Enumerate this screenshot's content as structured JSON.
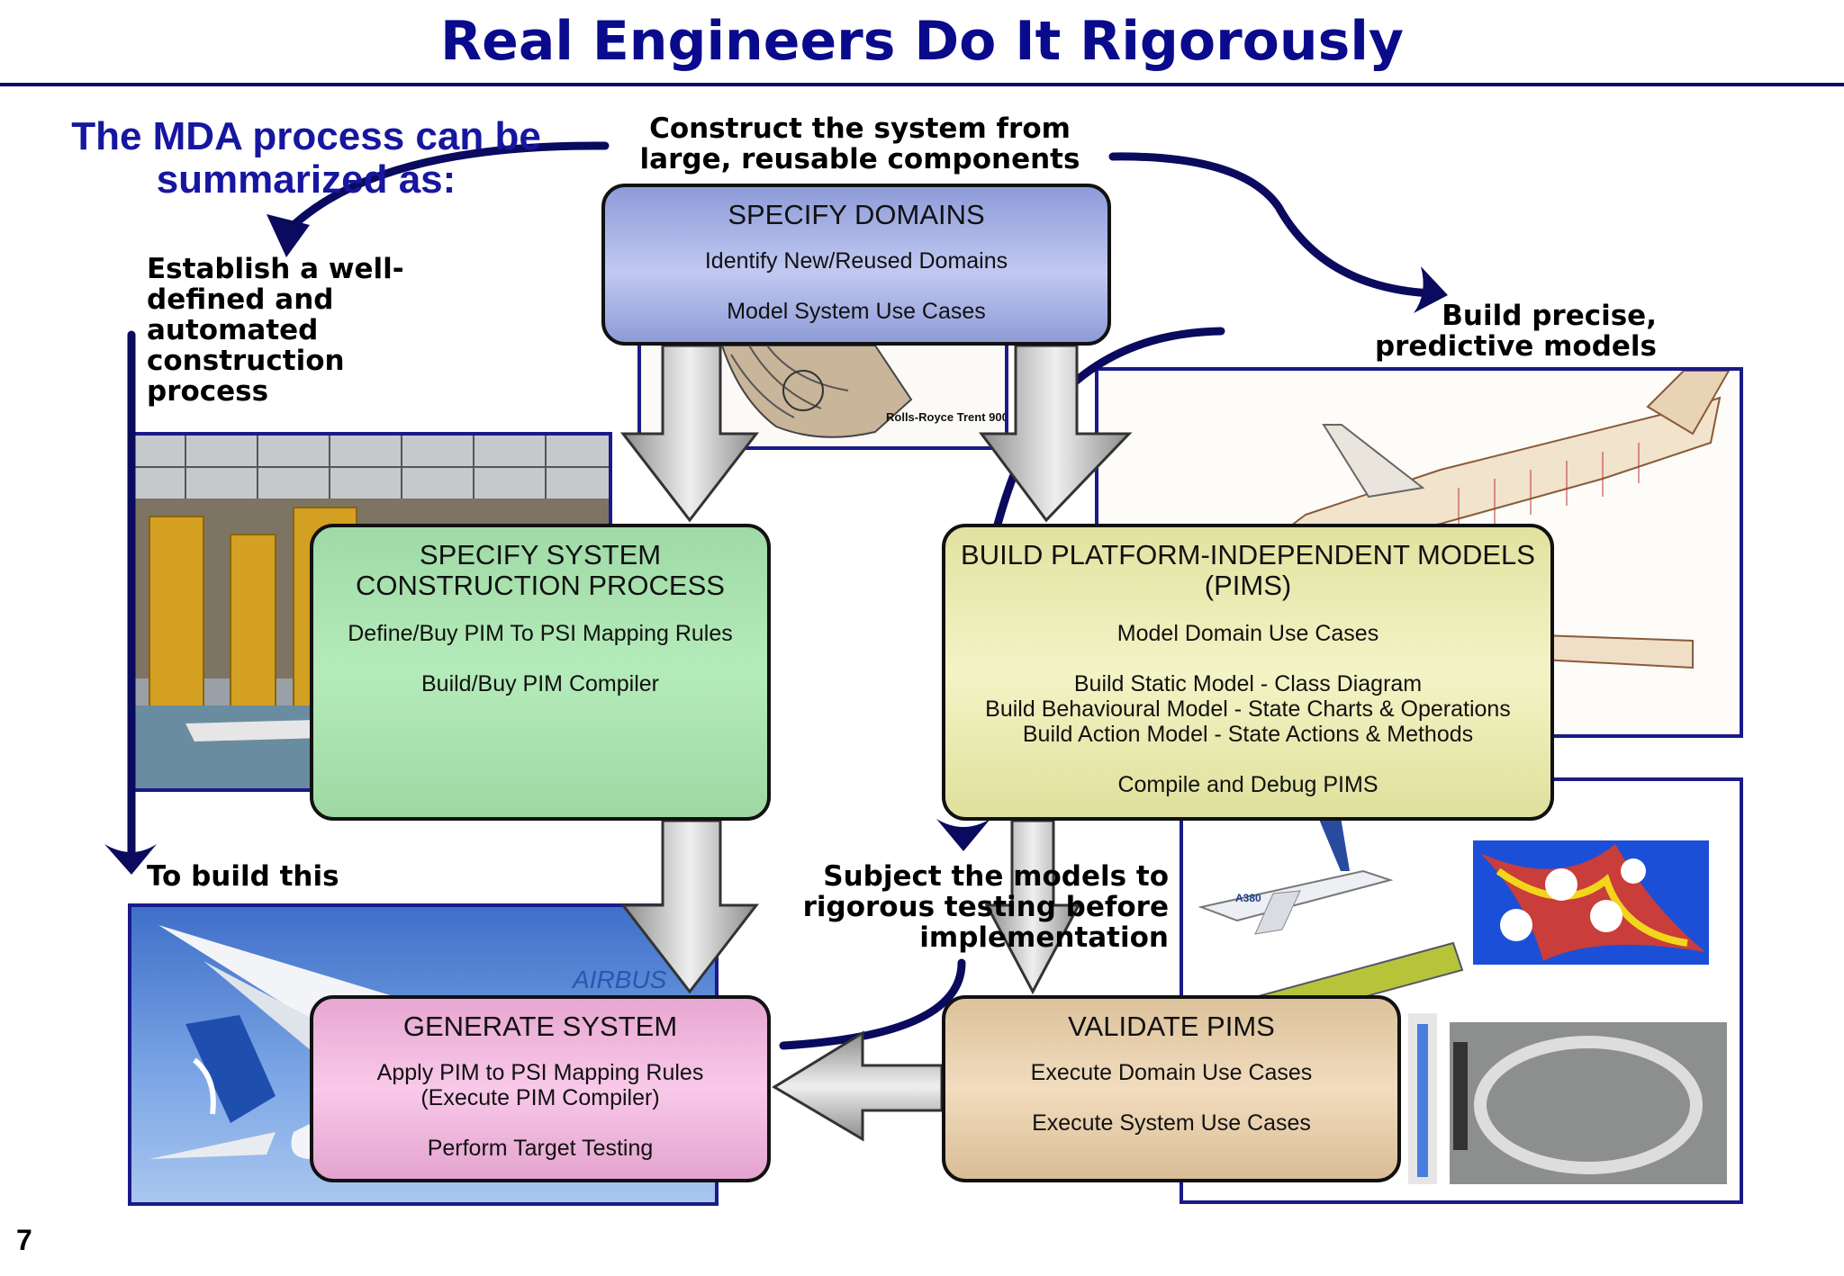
{
  "title": "Real Engineers Do It Rigorously",
  "summary_line1": "The MDA process can be",
  "summary_line2": "summarized as:",
  "annotations": {
    "construct_line1": "Construct the system from",
    "construct_line2": "large, reusable components",
    "establish": [
      "Establish a well-",
      "defined and",
      "automated",
      "construction",
      "process"
    ],
    "build_line1": "Build precise,",
    "build_line2": "predictive models",
    "to_build": "To build this",
    "subject": [
      "Subject the models to",
      "rigorous testing before",
      "implementation"
    ]
  },
  "boxes": {
    "specify_domains": {
      "title": "SPECIFY DOMAINS",
      "items": [
        "Identify New/Reused Domains",
        "Model System Use Cases"
      ]
    },
    "specify_process": {
      "title_line1": "SPECIFY SYSTEM",
      "title_line2": "CONSTRUCTION PROCESS",
      "items": [
        "Define/Buy PIM To PSI Mapping Rules",
        "Build/Buy PIM Compiler"
      ]
    },
    "build_pims": {
      "title_line1": "BUILD PLATFORM-INDEPENDENT MODELS",
      "title_line2": "(PIMS)",
      "items": [
        "Model Domain Use Cases",
        "Build Static Model - Class Diagram",
        "Build Behavioural Model - State Charts & Operations",
        "Build Action Model - State Actions & Methods",
        "Compile and Debug PIMS"
      ]
    },
    "generate_system": {
      "title": "GENERATE SYSTEM",
      "items": [
        "Apply PIM to PSI Mapping Rules",
        "(Execute PIM Compiler)",
        "Perform Target Testing"
      ]
    },
    "validate_pims": {
      "title": "VALIDATE PIMS",
      "items": [
        "Execute Domain Use Cases",
        "Execute System Use Cases"
      ]
    }
  },
  "photo_captions": {
    "engine": "Rolls-Royce Trent 900",
    "aircraft_logo": "A380",
    "airline": "AIRBUS"
  },
  "page_number": "7",
  "colors": {
    "title": "#0a0a8c",
    "curve": "#0a0a5e",
    "photo_border": "#1a1a8a"
  }
}
